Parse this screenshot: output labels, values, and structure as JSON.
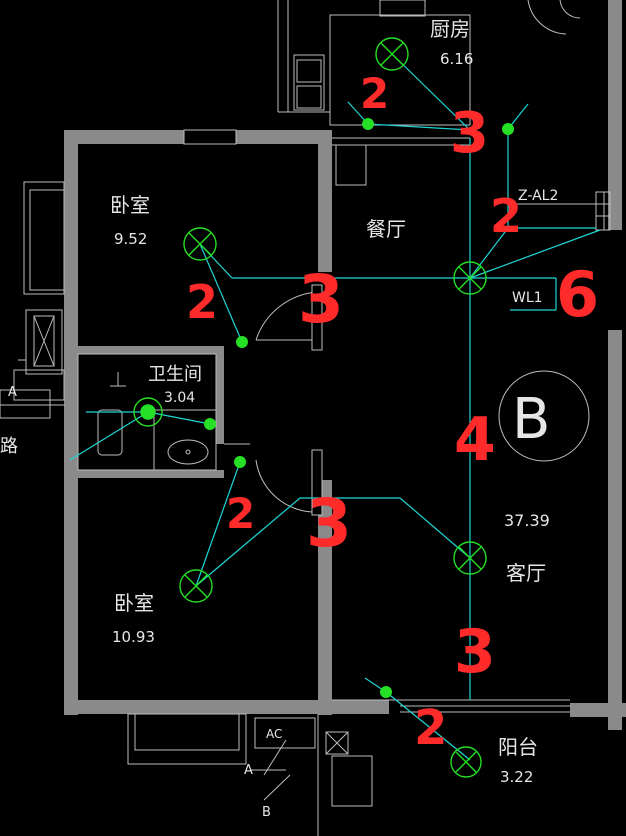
{
  "rooms": {
    "kitchen": {
      "name": "厨房",
      "area": "6.16"
    },
    "dining": {
      "name": "餐厅"
    },
    "bedroom1": {
      "name": "卧室",
      "area": "9.52"
    },
    "bathroom": {
      "name": "卫生间",
      "area": "3.04"
    },
    "bedroom2": {
      "name": "卧室",
      "area": "10.93"
    },
    "living": {
      "name": "客厅",
      "area": "37.39"
    },
    "balcony": {
      "name": "阳台",
      "area": "3.22"
    }
  },
  "panel_labels": {
    "panel": "Z-AL2",
    "circuit": "WL1",
    "grid_b": "B"
  },
  "side_labels": {
    "a_left": "A",
    "lu": "路",
    "a_bottom": "A",
    "b_bottom": "B",
    "ac": "AC"
  },
  "handwritten_counts": {
    "kitchen_left": "2",
    "kitchen_right": "3",
    "panel_link": "2",
    "circuit": "6",
    "bedroom1_wall": "3",
    "bedroom1_lamp": "2",
    "living_main": "4",
    "bedroom2_wall": "3",
    "bedroom2_lamp": "2",
    "living_balcony": "3",
    "balcony": "2"
  },
  "colors": {
    "background": "#000000",
    "walls": "#8a8a8a",
    "wiring": "#1fd6d6",
    "fixtures": "#25e025",
    "annotations": "#ff2a2a",
    "text": "#e6e6e6"
  }
}
